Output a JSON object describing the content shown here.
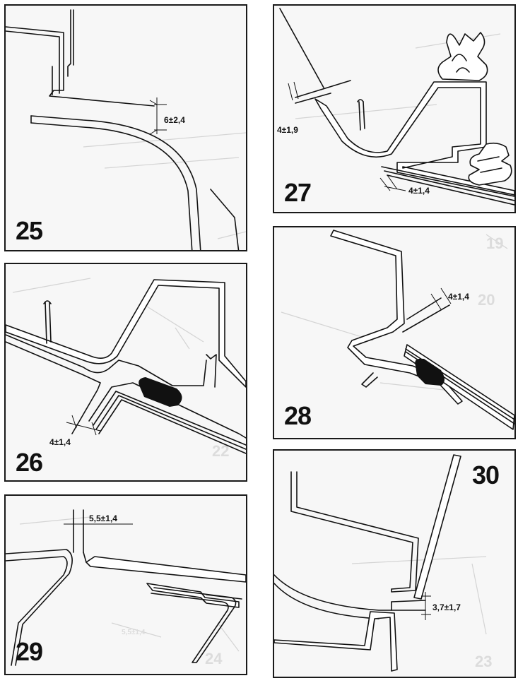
{
  "figures": [
    {
      "number": "25",
      "dimension": "6±2,4"
    },
    {
      "number": "26",
      "dimension": "4±1,4"
    },
    {
      "number": "27",
      "dimension_left": "4±1,9",
      "dimension_bottom": "4±1,4"
    },
    {
      "number": "28",
      "dimension": "4±1,4"
    },
    {
      "number": "29",
      "dimension": "5,5±1,4"
    },
    {
      "number": "30",
      "dimension": "3,7±1,7"
    }
  ]
}
